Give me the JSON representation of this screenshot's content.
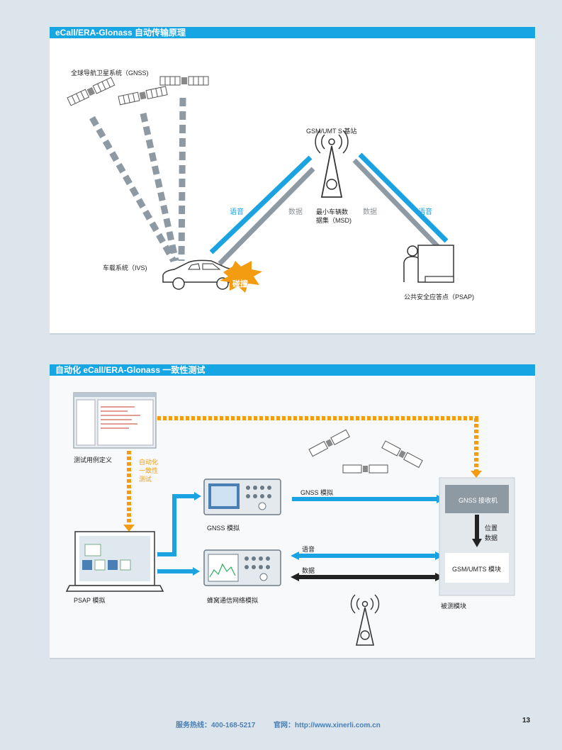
{
  "panel1": {
    "title": "eCall/ERA-Glonass 自动传输原理",
    "gnss_label": "全球导航卫星系统（GNSS)",
    "base_station_label": "GSM/UMT S 基站",
    "voice_left": "语音",
    "data_left": "数据",
    "msd_line1": "最小车辆数",
    "msd_line2": "据集（MSD)",
    "data_right": "数据",
    "voice_right": "语音",
    "ivs_label": "车载系统（IVS)",
    "crash_label": "碰撞",
    "psap_label": "公共安全应答点（PSAP)"
  },
  "panel2": {
    "title": "自动化 eCall/ERA-Glonass 一致性测试",
    "testcase_label": "测试用例定义",
    "auto_test_line1": "自动化",
    "auto_test_line2": "一致性",
    "auto_test_line3": "测试",
    "gnss_sim_arrow_label": "GNSS 模拟",
    "gnss_sim_label": "GNSS 模拟",
    "gnss_receiver": "GNSS 接收机",
    "position_line1": "位置",
    "position_line2": "数据",
    "voice": "语音",
    "data": "数据",
    "gsm_module": "GSM/UMTS 模块",
    "psap_sim_label": "PSAP 模拟",
    "cell_sim_label": "蜂窝通信网络模拟",
    "dut_label": "被测模块"
  },
  "footer": {
    "hotline": "服务热线：400-168-5217",
    "website": "官网：http://www.xinerli.com.cn",
    "page_number": "13"
  },
  "colors": {
    "accent": "#16a6e3",
    "gray_link": "#8e9aa3",
    "orange": "#f39c12",
    "dark": "#222222"
  }
}
